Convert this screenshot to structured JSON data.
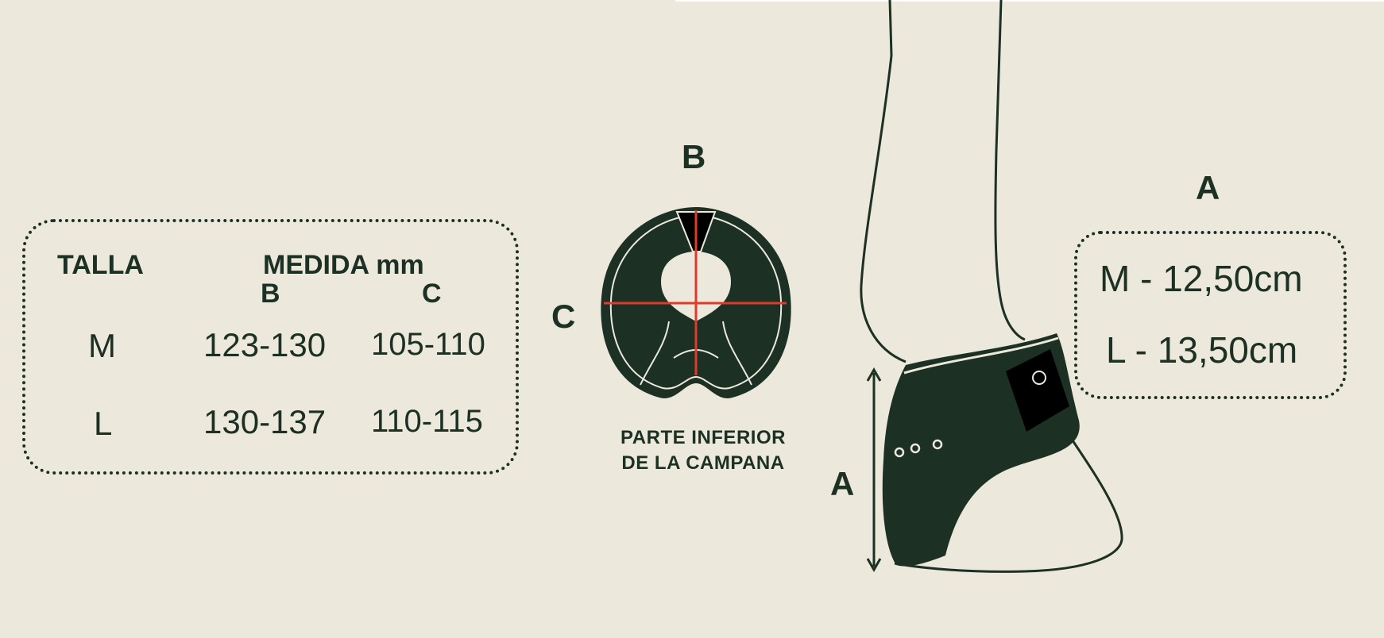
{
  "colors": {
    "background": "#ECE8DB",
    "dark_green": "#1C3024",
    "red_line": "#E03A2A",
    "black": "#000000",
    "cream": "#ECE8DB"
  },
  "size_table": {
    "talla_header": "TALLA",
    "medida_header": "MEDIDA mm",
    "col_b_header": "B",
    "col_c_header": "C",
    "rows": [
      {
        "size": "M",
        "b": "123-130",
        "c": "105-110"
      },
      {
        "size": "L",
        "b": "130-137",
        "c": "110-115"
      }
    ]
  },
  "hoof_diagram": {
    "label_b": "B",
    "label_c": "C",
    "caption_line1": "PARTE INFERIOR",
    "caption_line2": "DE LA CAMPANA"
  },
  "boot_illustration": {
    "label_a_height": "A",
    "label_a_box": "A"
  },
  "measure_box": {
    "line_m": "M - 12,50cm",
    "line_l": "L - 13,50cm"
  }
}
